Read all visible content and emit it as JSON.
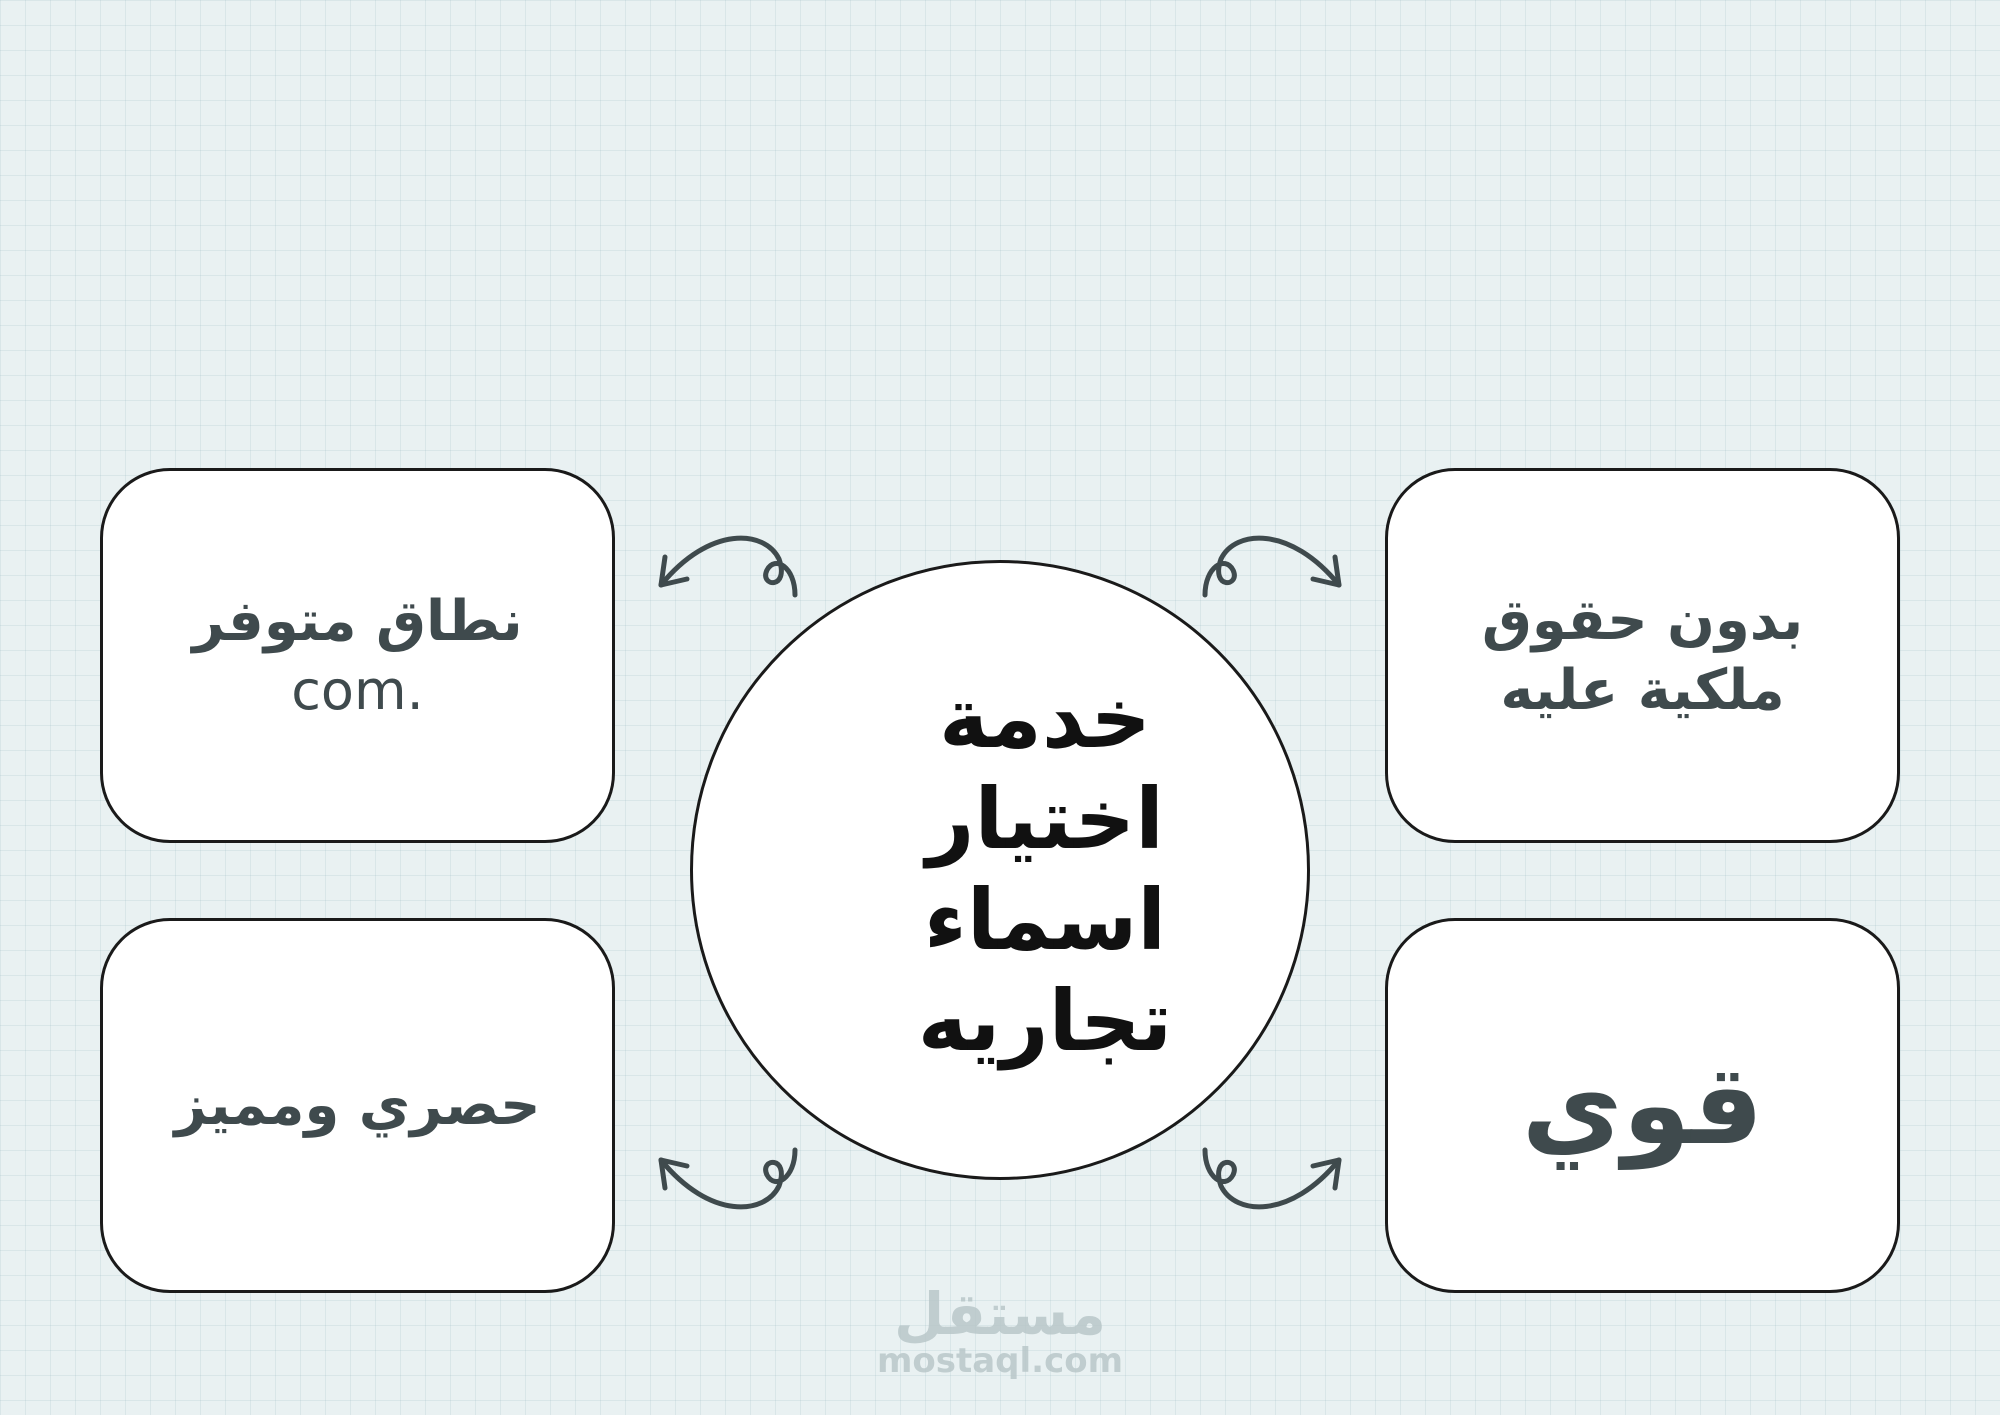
{
  "center": {
    "lines": [
      "خدمة",
      "اختيار",
      "اسماء",
      "تجاريه"
    ]
  },
  "cards": {
    "top_left": {
      "line": "نطاق متوفر",
      "sub": ".com"
    },
    "top_right": {
      "lines": [
        "بدون حقوق",
        "ملكية عليه"
      ]
    },
    "bottom_left": {
      "line": "حصري ومميز"
    },
    "bottom_right": {
      "line": "قوي"
    }
  },
  "watermark": {
    "arabic": "مستقل",
    "latin": "mostaql.com"
  },
  "colors": {
    "background": "#e9f1f2",
    "card_text": "#3f4a4d",
    "center_text": "#111111",
    "arrow": "#3f4a4d",
    "border": "#1a1a1a"
  },
  "icons": [
    "curved-arrow-icon"
  ]
}
